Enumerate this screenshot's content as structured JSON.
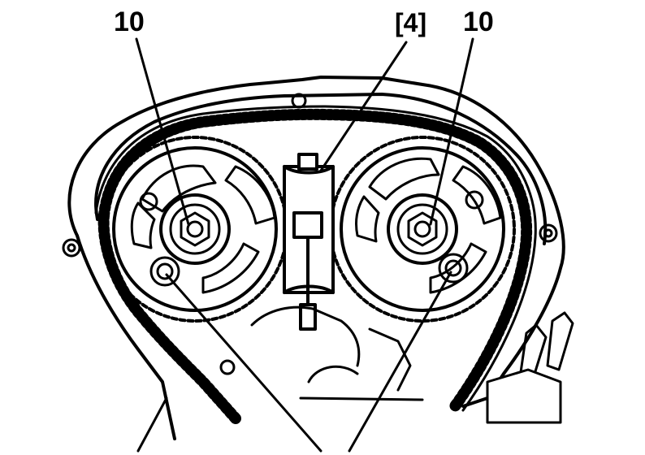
{
  "callouts": {
    "left_bolt": "10",
    "tool": "[4]",
    "right_bolt": "10"
  },
  "icons": {
    "left_sprocket": "camshaft-sprocket-icon",
    "right_sprocket": "camshaft-sprocket-icon",
    "tool": "sprocket-holding-tool-icon",
    "belt": "timing-belt-icon"
  }
}
